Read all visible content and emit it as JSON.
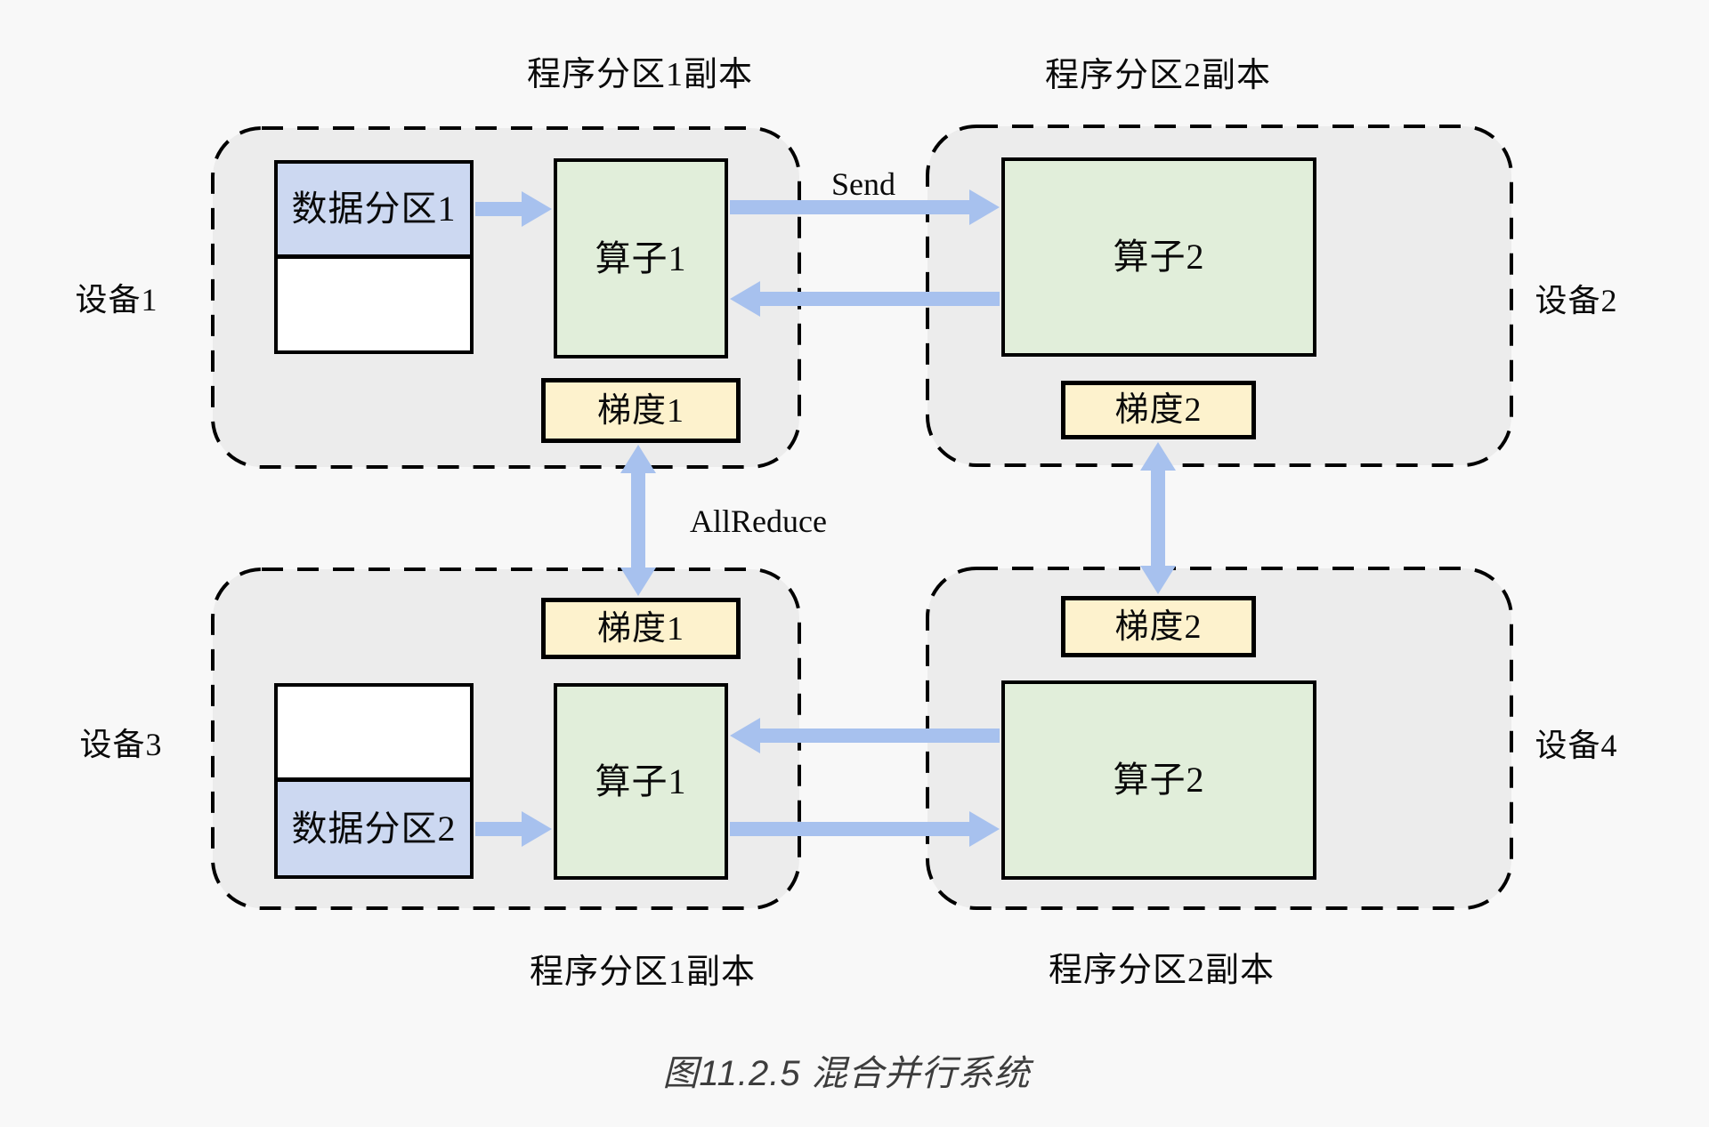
{
  "caption": "图11.2.5 混合并行系统",
  "connections": {
    "send_label": "Send",
    "allreduce_label": "AllReduce"
  },
  "devices": [
    {
      "device_label": "设备1",
      "partition_label": "程序分区1副本",
      "data_partition": "数据分区1",
      "operator": "算子1",
      "gradient": "梯度1"
    },
    {
      "device_label": "设备2",
      "partition_label": "程序分区2副本",
      "operator": "算子2",
      "gradient": "梯度2"
    },
    {
      "device_label": "设备3",
      "partition_label": "程序分区1副本",
      "data_partition": "数据分区2",
      "operator": "算子1",
      "gradient": "梯度1"
    },
    {
      "device_label": "设备4",
      "partition_label": "程序分区2副本",
      "operator": "算子2",
      "gradient": "梯度2"
    }
  ],
  "colors": {
    "background": "#f8f8f8",
    "device_fill": "#ececec",
    "data_fill": "#ccd8f1",
    "operator_fill": "#e1eeda",
    "gradient_fill": "#fdf2cd",
    "arrow": "#a7c1ee",
    "line": "#000000",
    "text": "#0a0a0a",
    "caption_text": "#3d3d3d"
  }
}
